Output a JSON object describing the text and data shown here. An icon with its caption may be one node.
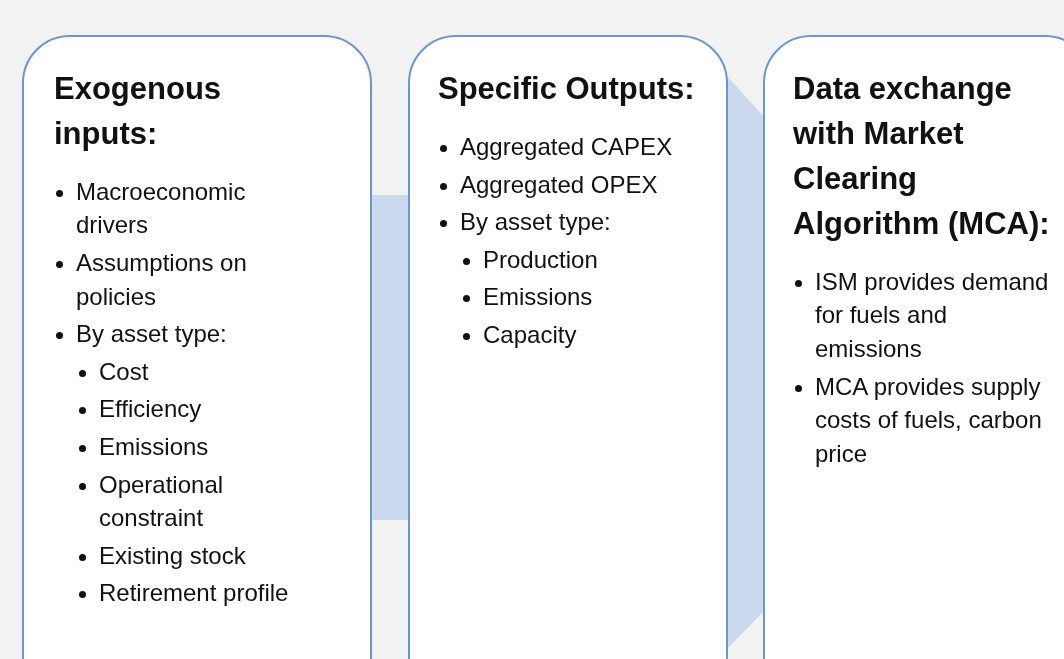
{
  "diagram": {
    "nodes": [
      {
        "text": [
          "Exogenous inputs:",
          "Macroeconomic drivers",
          "Assumptions on policies",
          "By asset type:",
          "Cost",
          "Efficiency",
          "Emissions",
          "Operational constraint",
          "Existing stock",
          "Retirement profile"
        ]
      },
      {
        "text": [
          "Specific Outputs:",
          "Aggregated CAPEX",
          "Aggregated OPEX",
          "By asset type:",
          "Production",
          "Emissions",
          "Capacity"
        ]
      },
      {
        "text": [
          "Data exchange with Market Clearing Algorithm (MCA):",
          "ISM provides demand for fuels and emissions",
          "MCA provides supply costs of fuels, carbon price"
        ]
      }
    ],
    "edges": [
      {
        "from": 0,
        "to": 1,
        "arrow": "none",
        "style": "thick"
      },
      {
        "from": 1,
        "to": 2,
        "arrow": "none",
        "style": "thick"
      }
    ]
  }
}
